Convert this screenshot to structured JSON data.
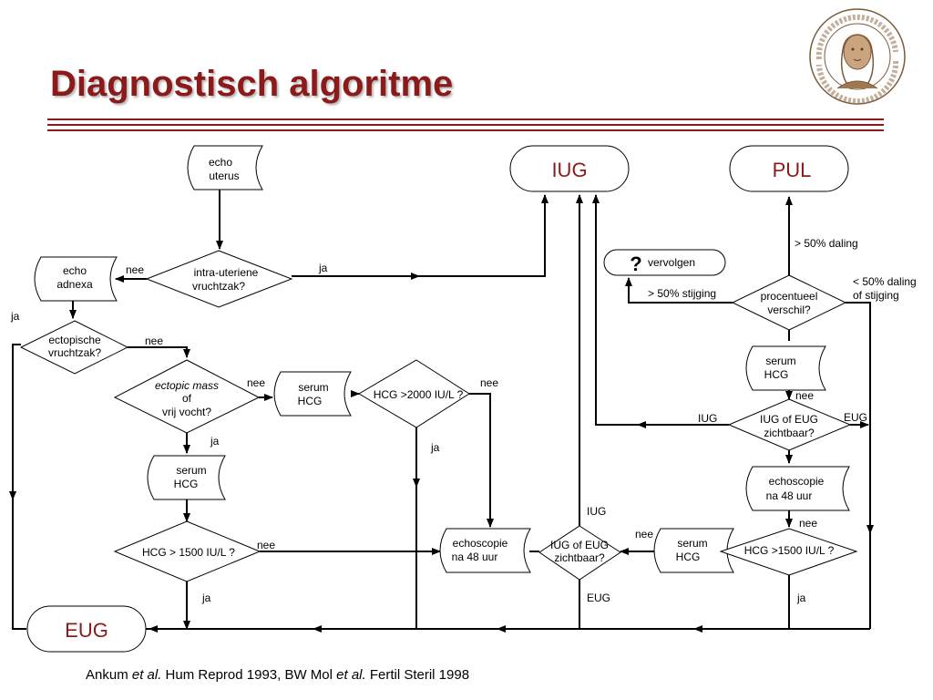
{
  "title": "Diagnostisch algoritme",
  "colors": {
    "accent": "#8b1a1a",
    "line": "#000000"
  },
  "logo": {
    "icon": "society-seal-portrait-icon",
    "text": "nederlandse vereniging voor obstetrie en gynaecologie"
  },
  "nodes": {
    "echo_uterus": [
      "echo",
      "uterus"
    ],
    "iug": "IUG",
    "pul": "PUL",
    "echo_adnexa": [
      "echo",
      "adnexa"
    ],
    "intra_uterine": [
      "intra-uteriene",
      "vruchtzak?"
    ],
    "vervolgen_q": "?",
    "vervolgen": "vervolgen",
    "ectopic_vz": [
      "ectopische",
      "vruchtzak?"
    ],
    "procentueel": [
      "procentueel",
      "verschil?"
    ],
    "ectopic_mass_em": "ectopic mass",
    "ectopic_mass_rest": [
      "of",
      "vrij vocht?"
    ],
    "serum_hcg_1": [
      "serum",
      "HCG"
    ],
    "hcg2000": "HCG >2000 IU/L ?",
    "serum_hcg_right": [
      "serum",
      "HCG"
    ],
    "iug_eug_right": [
      "IUG of EUG",
      "zichtbaar?"
    ],
    "serum_hcg_2": [
      "serum",
      "HCG"
    ],
    "echoscopie_right": [
      "echoscopie",
      "na 48 uur"
    ],
    "hcg1500_left": "HCG > 1500 IU/L ?",
    "echoscopie_mid": [
      "echoscopie",
      "na 48 uur"
    ],
    "iug_eug_mid": [
      "IUG of EUG",
      "zichtbaar?"
    ],
    "serum_hcg_mid": [
      "serum",
      "HCG"
    ],
    "hcg1500_right": "HCG >1500 IU/L ?",
    "eug": "EUG"
  },
  "edge_labels": {
    "nee_adnexa": "nee",
    "ja_iu": "ja",
    "ja_left": "ja",
    "nee_ectopic": "nee",
    "daling": "> 50% daling",
    "stijging": "> 50% stijging",
    "daling_minder": [
      "< 50% daling",
      "of stijging"
    ],
    "nee_mass": "nee",
    "nee_hcg2000": "nee",
    "nee_serum_right": "nee",
    "iug_right": "IUG",
    "eug_right": "EUG",
    "ja_mass": "ja",
    "ja_hcg2000": "ja",
    "iug_mid": "IUG",
    "nee_right_echo": "nee",
    "nee_hcg1500": "nee",
    "nee_mid": "nee",
    "ja_hcg1500": "ja",
    "eug_mid": "EUG",
    "ja_hcg1500_right": "ja"
  },
  "footer": {
    "a1": "Ankum ",
    "a2": "et al.",
    "a3": " Hum Reprod 1993, BW Mol ",
    "a4": "et al.",
    "a5": " Fertil Steril 1998"
  }
}
